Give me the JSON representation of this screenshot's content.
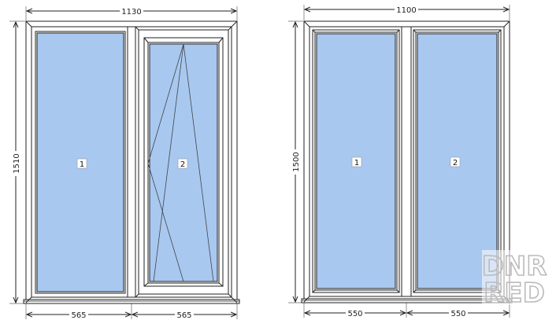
{
  "window_left": {
    "width_label": "1130",
    "height_label": "1510",
    "bottom_labels": [
      "565",
      "565"
    ],
    "sash_labels": [
      "1",
      "2"
    ]
  },
  "window_right": {
    "width_label": "1100",
    "height_label": "1500",
    "bottom_labels": [
      "550",
      "550"
    ],
    "sash_labels": [
      "1",
      "2"
    ]
  },
  "watermark": {
    "line1": "DNR",
    "line2": "RED"
  },
  "colors": {
    "glass": "#a8c8f0",
    "frame": "#222222",
    "watermark": "#bbbbbb"
  }
}
